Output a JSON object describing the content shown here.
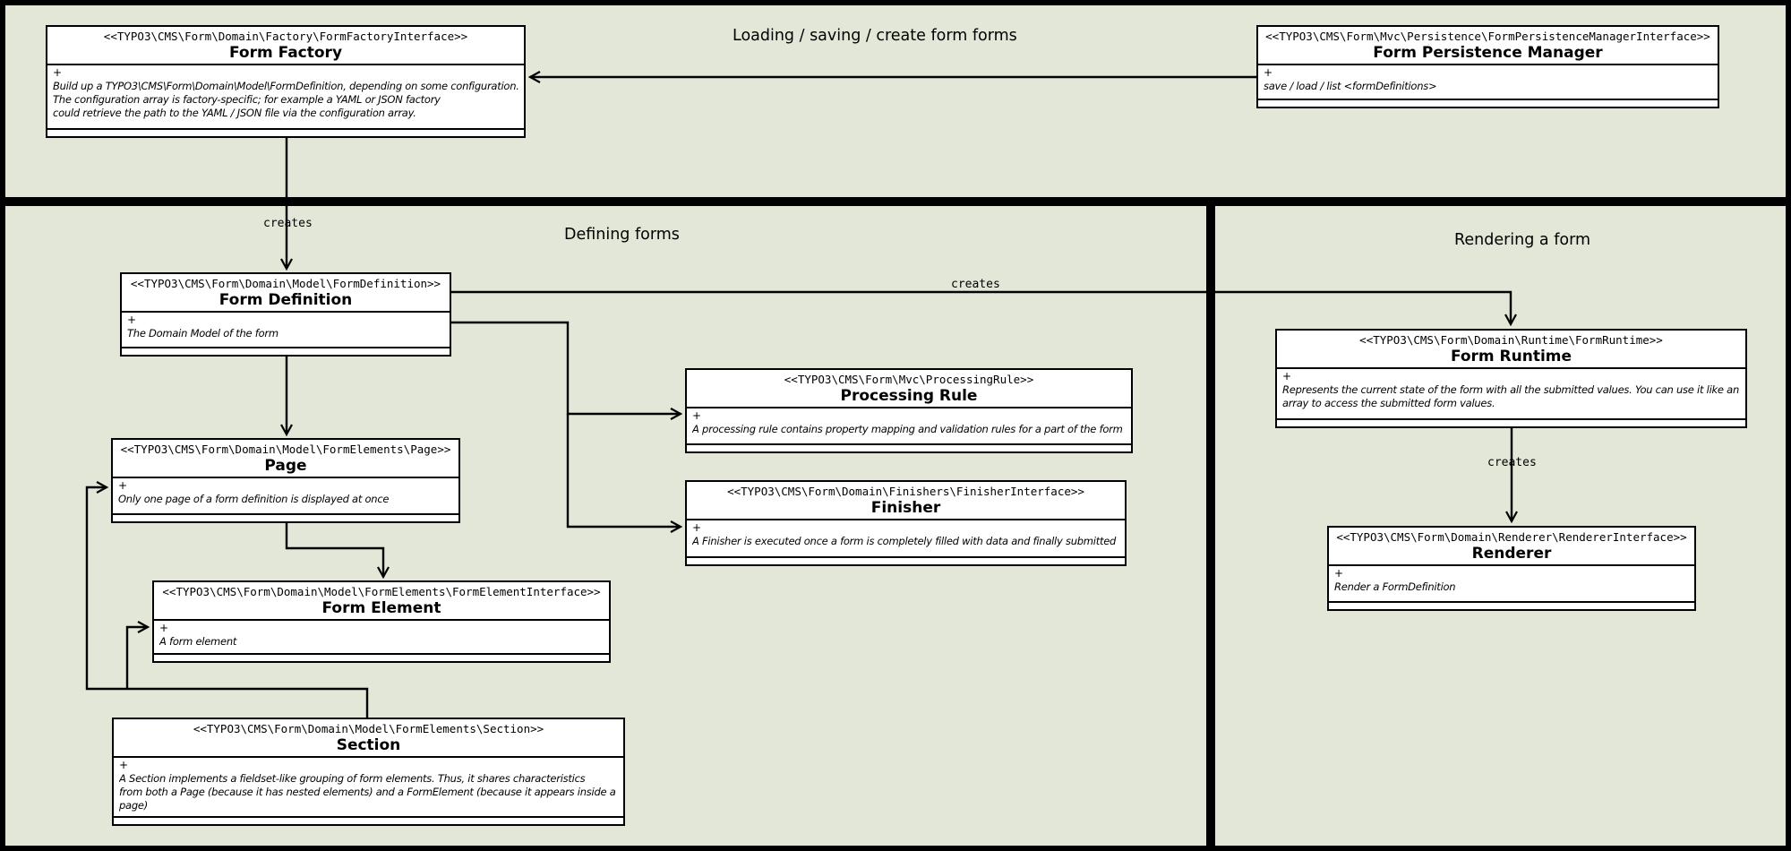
{
  "panels": {
    "loading": {
      "title": "Loading / saving / create form forms"
    },
    "defining": {
      "title": "Defining forms"
    },
    "rendering": {
      "title": "Rendering a form"
    }
  },
  "edges": {
    "factory_creates_definition": {
      "label": "creates"
    },
    "definition_creates_runtime": {
      "label": "creates"
    },
    "runtime_creates_renderer": {
      "label": "creates"
    }
  },
  "classes": {
    "form_factory": {
      "stereotype": "<<TYPO3\\CMS\\Form\\Domain\\Factory\\FormFactoryInterface>>",
      "name": "Form Factory",
      "visibility": "+",
      "lines": [
        "Build up a TYPO3\\CMS\\Form\\Domain\\Model\\FormDefinition, depending on some configuration.",
        "The configuration array is factory-specific; for example a YAML or JSON factory",
        "could retrieve the path to the YAML / JSON file via the configuration array."
      ]
    },
    "persistence_manager": {
      "stereotype": "<<TYPO3\\CMS\\Form\\Mvc\\Persistence\\FormPersistenceManagerInterface>>",
      "name": "Form Persistence Manager",
      "visibility": "+",
      "lines": [
        "save / load / list <formDefinitions>"
      ]
    },
    "form_definition": {
      "stereotype": "<<TYPO3\\CMS\\Form\\Domain\\Model\\FormDefinition>>",
      "name": "Form Definition",
      "visibility": "+",
      "lines": [
        "The Domain Model of the form"
      ]
    },
    "page": {
      "stereotype": "<<TYPO3\\CMS\\Form\\Domain\\Model\\FormElements\\Page>>",
      "name": "Page",
      "visibility": "+",
      "lines": [
        "Only one page of a form definition is displayed at once"
      ]
    },
    "form_element": {
      "stereotype": "<<TYPO3\\CMS\\Form\\Domain\\Model\\FormElements\\FormElementInterface>>",
      "name": "Form Element",
      "visibility": "+",
      "lines": [
        "A form element"
      ]
    },
    "section": {
      "stereotype": "<<TYPO3\\CMS\\Form\\Domain\\Model\\FormElements\\Section>>",
      "name": "Section",
      "visibility": "+",
      "lines": [
        "A Section implements a fieldset-like grouping of form elements. Thus, it shares characteristics",
        "from both a Page (because it has nested elements) and a FormElement (because it appears inside a",
        "page)"
      ]
    },
    "processing_rule": {
      "stereotype": "<<TYPO3\\CMS\\Form\\Mvc\\ProcessingRule>>",
      "name": "Processing Rule",
      "visibility": "+",
      "lines": [
        "A processing rule contains property mapping and validation rules for a part of the form"
      ]
    },
    "finisher": {
      "stereotype": "<<TYPO3\\CMS\\Form\\Domain\\Finishers\\FinisherInterface>>",
      "name": "Finisher",
      "visibility": "+",
      "lines": [
        "A Finisher is executed once a form is completely filled with data and finally submitted"
      ]
    },
    "form_runtime": {
      "stereotype": "<<TYPO3\\CMS\\Form\\Domain\\Runtime\\FormRuntime>>",
      "name": "Form Runtime",
      "visibility": "+",
      "lines": [
        "Represents the current state of the form with all the submitted values. You can use it like an",
        "array to access the submitted form values."
      ]
    },
    "renderer": {
      "stereotype": "<<TYPO3\\CMS\\Form\\Domain\\Renderer\\RendererInterface>>",
      "name": "Renderer",
      "visibility": "+",
      "lines": [
        "Render a FormDefinition"
      ]
    }
  },
  "colors": {
    "panel_background": "#e3e7d8",
    "box_fill": "#ffffff",
    "line_and_text": "#000000"
  }
}
